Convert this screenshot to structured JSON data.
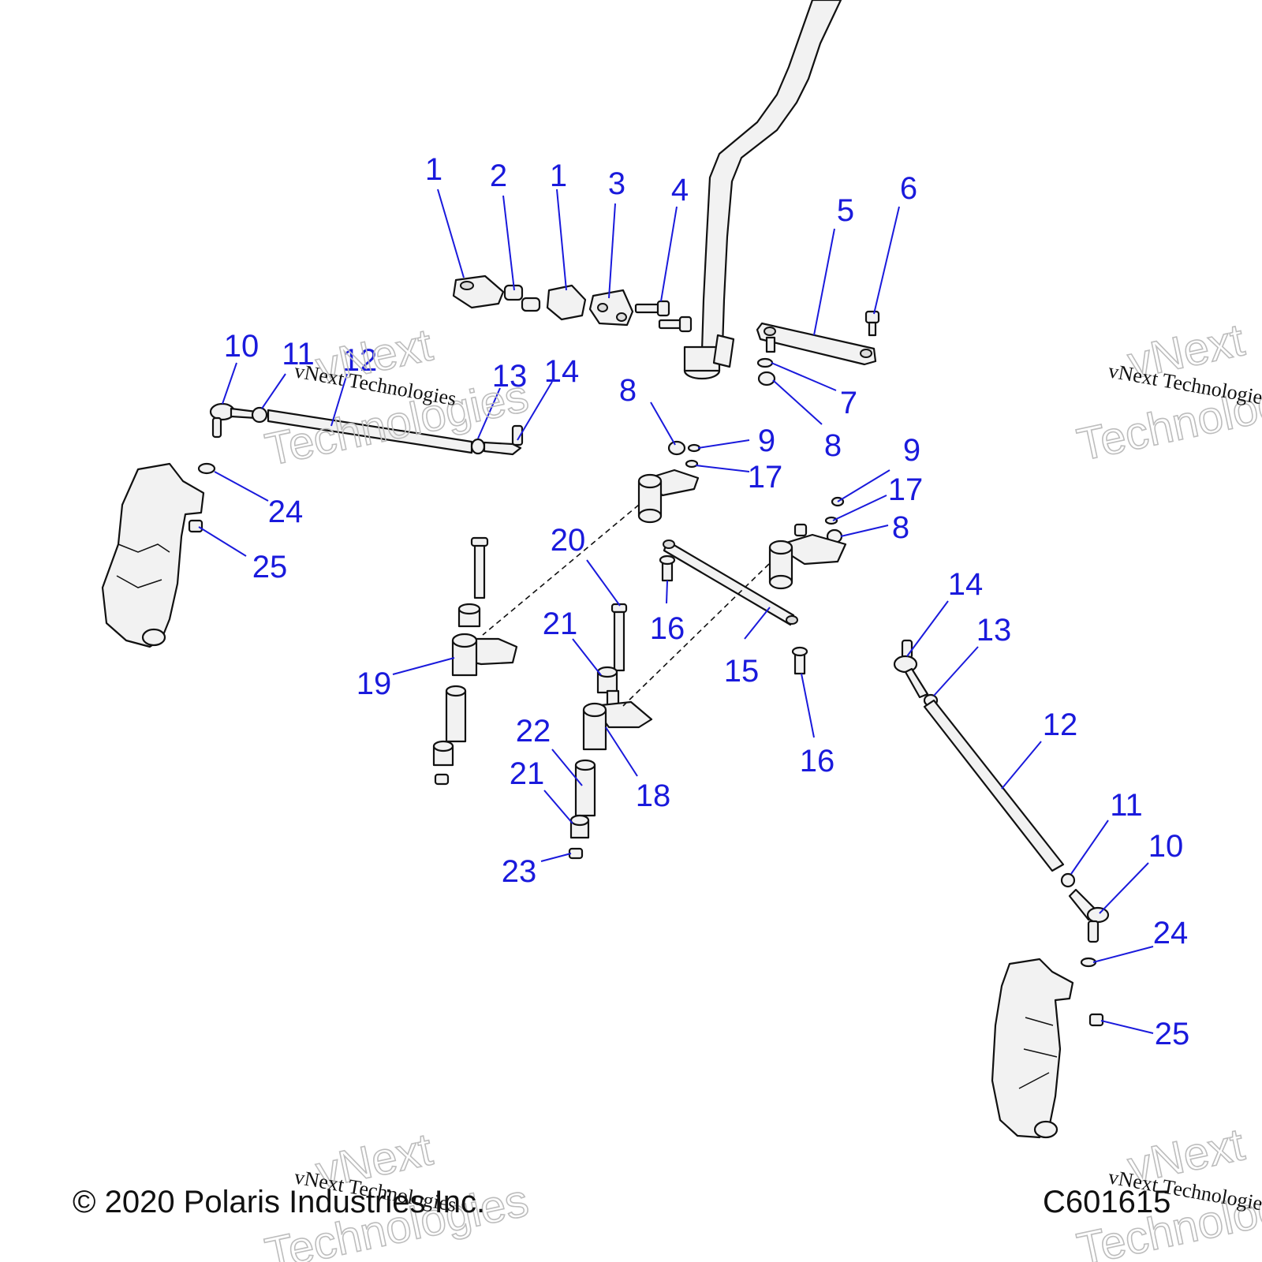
{
  "footer": {
    "copyright": "© 2020 Polaris Industries Inc.",
    "diagram_code": "C601615"
  },
  "watermark": {
    "line1": "vNext",
    "line2": "Technologies",
    "small": "vNext Technologies"
  },
  "callouts": [
    "1",
    "2",
    "1",
    "3",
    "4",
    "5",
    "6",
    "7",
    "8",
    "8",
    "9",
    "9",
    "17",
    "17",
    "8",
    "10",
    "11",
    "12",
    "13",
    "14",
    "24",
    "25",
    "20",
    "16",
    "21",
    "19",
    "15",
    "22",
    "21",
    "18",
    "23",
    "16",
    "14",
    "13",
    "12",
    "11",
    "10",
    "24",
    "25"
  ]
}
